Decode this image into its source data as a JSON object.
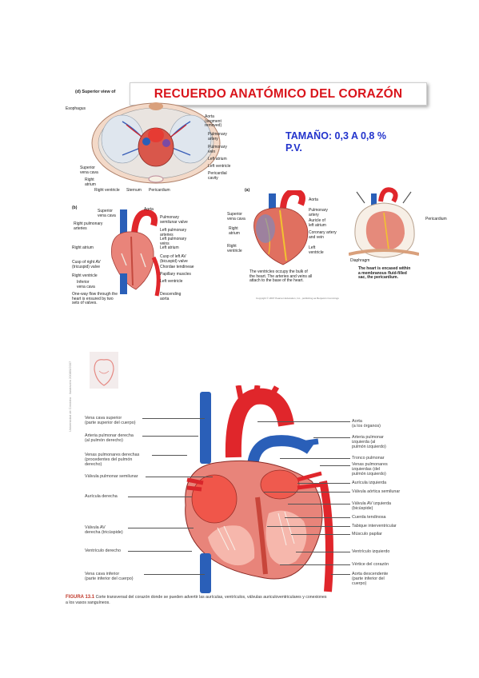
{
  "title": "RECUERDO ANATÓMICO DEL CORAZÓN",
  "size_note": "TAMAÑO: 0,3 A 0,8 %\nP.V.",
  "panel_d": {
    "heading": "(d) Superior view of",
    "labels": {
      "esophagus": "Esophagus",
      "aorta": "Aorta\n(segment\nremoved)",
      "pulm_artery": "Pulmonary\nartery",
      "pulm_vein": "Pulmonary\nvein",
      "left_atrium": "Left atrium",
      "left_ventricle": "Left ventricle",
      "pericardial_cavity": "Pericardial\ncavity",
      "svc": "Superior\nvena cava",
      "right_atrium": "Right\natrium",
      "right_ventricle": "Right ventricle",
      "sternum": "Sternum",
      "pericardium": "Pericardium"
    }
  },
  "panel_b": {
    "heading": "(b)",
    "labels": {
      "svc": "Superior\nvena cava",
      "aorta": "Aorta",
      "right_pulm_arteries": "Right pulmonary\narteries",
      "pulm_semilunar": "Pulmonary\nsemilunar valve",
      "left_pulm_arteries": "Left pulmonary\narteries",
      "left_pulm_veins": "Left pulmonary\nveins",
      "right_atrium": "Right atrium",
      "left_atrium": "Left atrium",
      "cusp_right": "Cusp of right AV\n(tricuspid) valve",
      "cusp_left": "Cusp of left AV\n(bicuspid) valve",
      "chordae": "Chordae tendineae",
      "right_ventricle": "Right ventricle",
      "papillary": "Papillary muscles",
      "ivc": "Inferior\nvena cava",
      "left_ventricle": "Left ventricle",
      "one_way": "One-way flow through the\nheart is ensured by two\nsets of valves.",
      "desc_aorta": "Descending\naorta"
    }
  },
  "panel_a": {
    "heading": "(a)",
    "labels": {
      "aorta": "Aorta",
      "svc": "Superior\nvena cava",
      "pulm_artery": "Pulmonary\nartery",
      "auricle": "Auricle of\nleft atrium",
      "coronary": "Coronary artery\nand vein",
      "right_atrium": "Right\natrium",
      "right_ventricle": "Right\nventricle",
      "left_ventricle": "Left\nventricle",
      "note": "The ventricles occupy the bulk of\nthe heart. The arteries and veins all\nattach to the base of the heart."
    }
  },
  "panel_c": {
    "labels": {
      "pericardium": "Pericardium",
      "diaphragm": "Diaphragm",
      "note": "The heart is encased within\na membranous fluid-filled\nsac, the pericardium."
    }
  },
  "copyright": "Copyright © 2007 Pearson Education, Inc., publishing as Benjamin Cummings",
  "main": {
    "side_text": "Universidad de Córdoba · Ilustración 2008/0/2007",
    "left_labels": [
      "Vena cava superior\n(parte superior del cuerpo)",
      "Arteria pulmonar derecha\n(al pulmón derecho)",
      "Venas pulmonares derechas\n(procedentes del pulmón\nderecho)",
      "Válvula pulmonar semilunar",
      "Aurícula derecha",
      "Válvula AV\nderecha (tricúspide)",
      "Ventrículo derecho",
      "Vena cava inferior\n(parte inferior del cuerpo)"
    ],
    "right_labels": [
      "Aorta\n(a los órganos)",
      "Arteria pulmonar\nizquierda (al\npulmón izquierdo)",
      "Tronco pulmonar",
      "Venas pulmonares\nizquierdas (del\npulmón izquierdo)",
      "Aurícula izquierda",
      "Válvula aórtica semilunar",
      "Válvula AV izquierda\n(bicúspide)",
      "Cuerda tendinosa",
      "Tabique interventricular",
      "Músculo papilar",
      "Ventrículo izquierdo",
      "Vértice del corazón",
      "Aorta descendente\n(parte inferior del\ncuerpo)"
    ],
    "caption_label": "FIGURA 13.1",
    "caption_text": "Corte transversal del corazón donde se pueden advertir las aurículas, ventrículos, válvulas auriculoventriculares y conexiones a los vasos sanguíneos."
  },
  "colors": {
    "title_red": "#d9141b",
    "size_blue": "#2233cc",
    "artery_red": "#e0262b",
    "vein_blue": "#2a5fb8",
    "muscle_pink": "#e8847a"
  }
}
